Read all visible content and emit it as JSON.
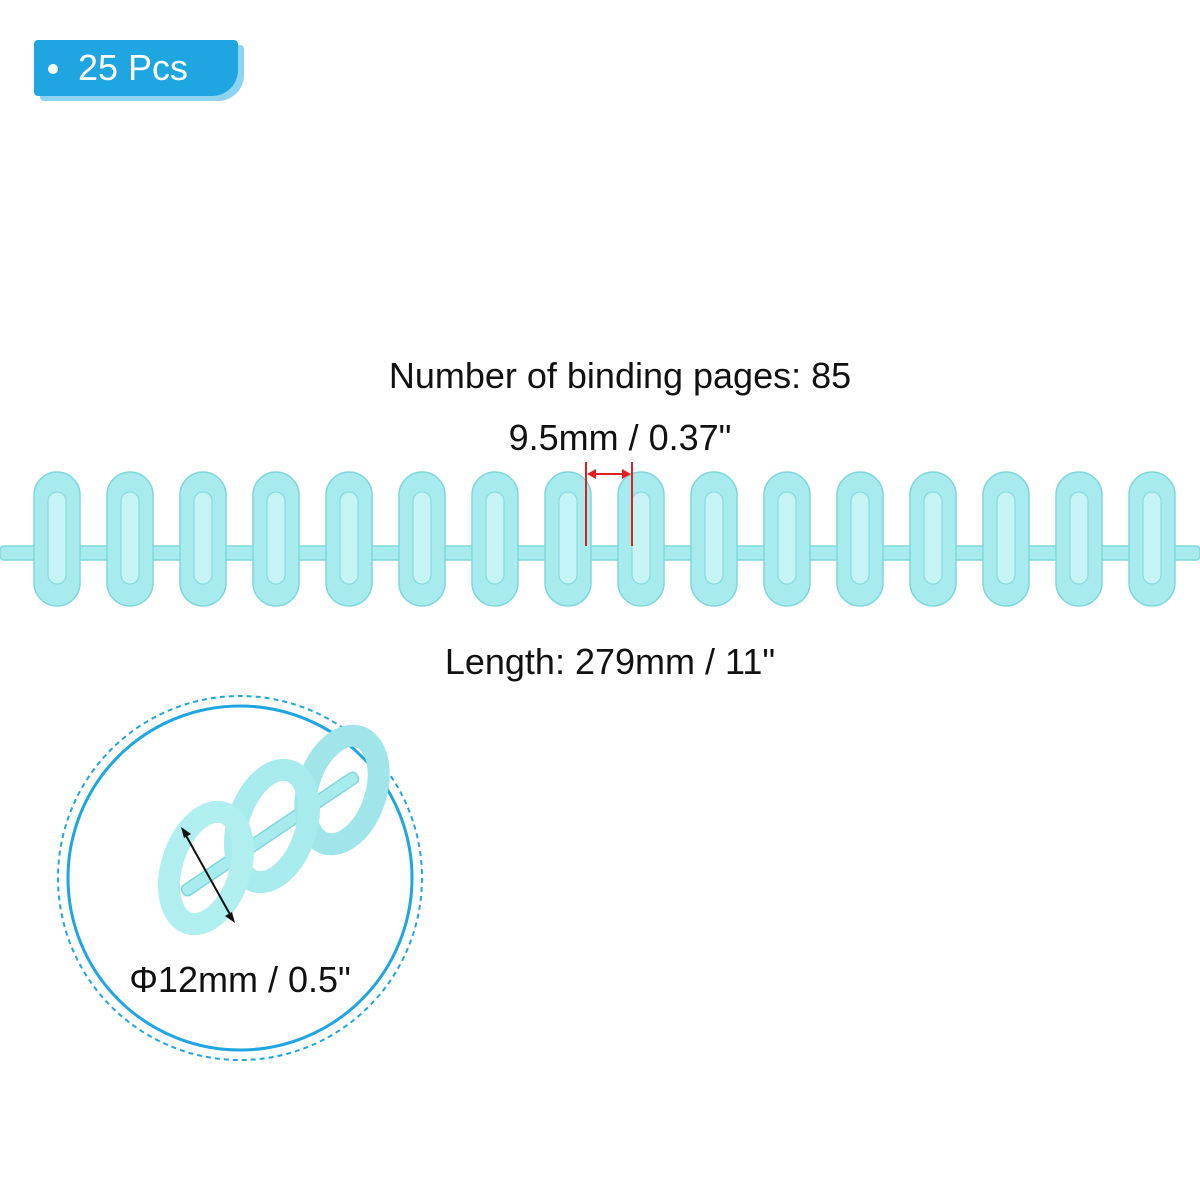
{
  "badge": {
    "text": "25 Pcs"
  },
  "labels": {
    "binding_pages": "Number of binding pages: 85",
    "pitch": "9.5mm / 0.37\"",
    "length": "Length: 279mm / 11\"",
    "diameter": "Φ12mm / 0.5\""
  },
  "colors": {
    "badge": "#1fa6e0",
    "ring": "#a8ebee",
    "ring_edge": "#7fd7dc",
    "pitch_marker": "#e02020",
    "detail_circle": "#1fa6e0"
  }
}
